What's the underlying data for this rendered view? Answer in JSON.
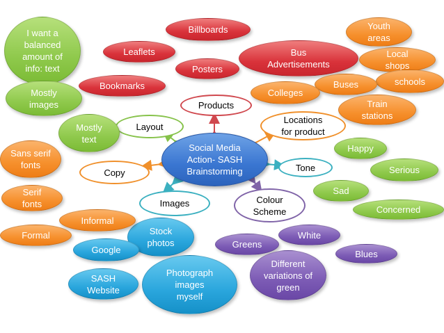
{
  "center": {
    "label": "Social Media\nAction- SASH\nBrainstorming",
    "color": "#3a76d1"
  },
  "categories": {
    "products": "Products",
    "locations": "Locations\nfor product",
    "tone": "Tone",
    "colour_scheme": "Colour\nScheme",
    "images": "Images",
    "copy": "Copy",
    "layout": "Layout"
  },
  "products_ideas": {
    "billboards": "Billboards",
    "leaflets": "Leaflets",
    "posters": "Posters",
    "bus_advertisements": "Bus\nAdvertisements",
    "bookmarks": "Bookmarks"
  },
  "location_ideas": {
    "youth_areas": "Youth\nareas",
    "local_shops": "Local\nshops",
    "schools": "schools",
    "buses": "Buses",
    "colleges": "Colleges",
    "train_stations": "Train\nstations"
  },
  "tone_ideas": {
    "happy": "Happy",
    "serious": "Serious",
    "sad": "Sad",
    "concerned": "Concerned"
  },
  "colour_ideas": {
    "white": "White",
    "greens": "Greens",
    "blues": "Blues",
    "different_greens": "Different\nvariations of\ngreen"
  },
  "image_ideas": {
    "stock_photos": "Stock\nphotos",
    "google": "Google",
    "sash_website": "SASH\nWebsite",
    "photograph_images": "Photograph\nimages\nmyself"
  },
  "copy_ideas": {
    "sans_serif": "Sans serif\nfonts",
    "serif": "Serif\nfonts",
    "formal": "Formal",
    "informal": "Informal"
  },
  "layout_ideas": {
    "balanced": "I want a\nbalanced\namount of\ninfo: text",
    "mostly_images": "Mostly\nimages",
    "mostly_text": "Mostly\ntext"
  },
  "colors": {
    "red": "#d9323a",
    "orange": "#f6902d",
    "green": "#8fc94c",
    "blue": "#2aa6dd",
    "purple": "#7c5bb5",
    "connector_red": "#d0484e",
    "connector_orange": "#f0902b",
    "connector_teal": "#3bb0c0",
    "connector_purple": "#8064a8",
    "connector_green": "#86c24a"
  }
}
